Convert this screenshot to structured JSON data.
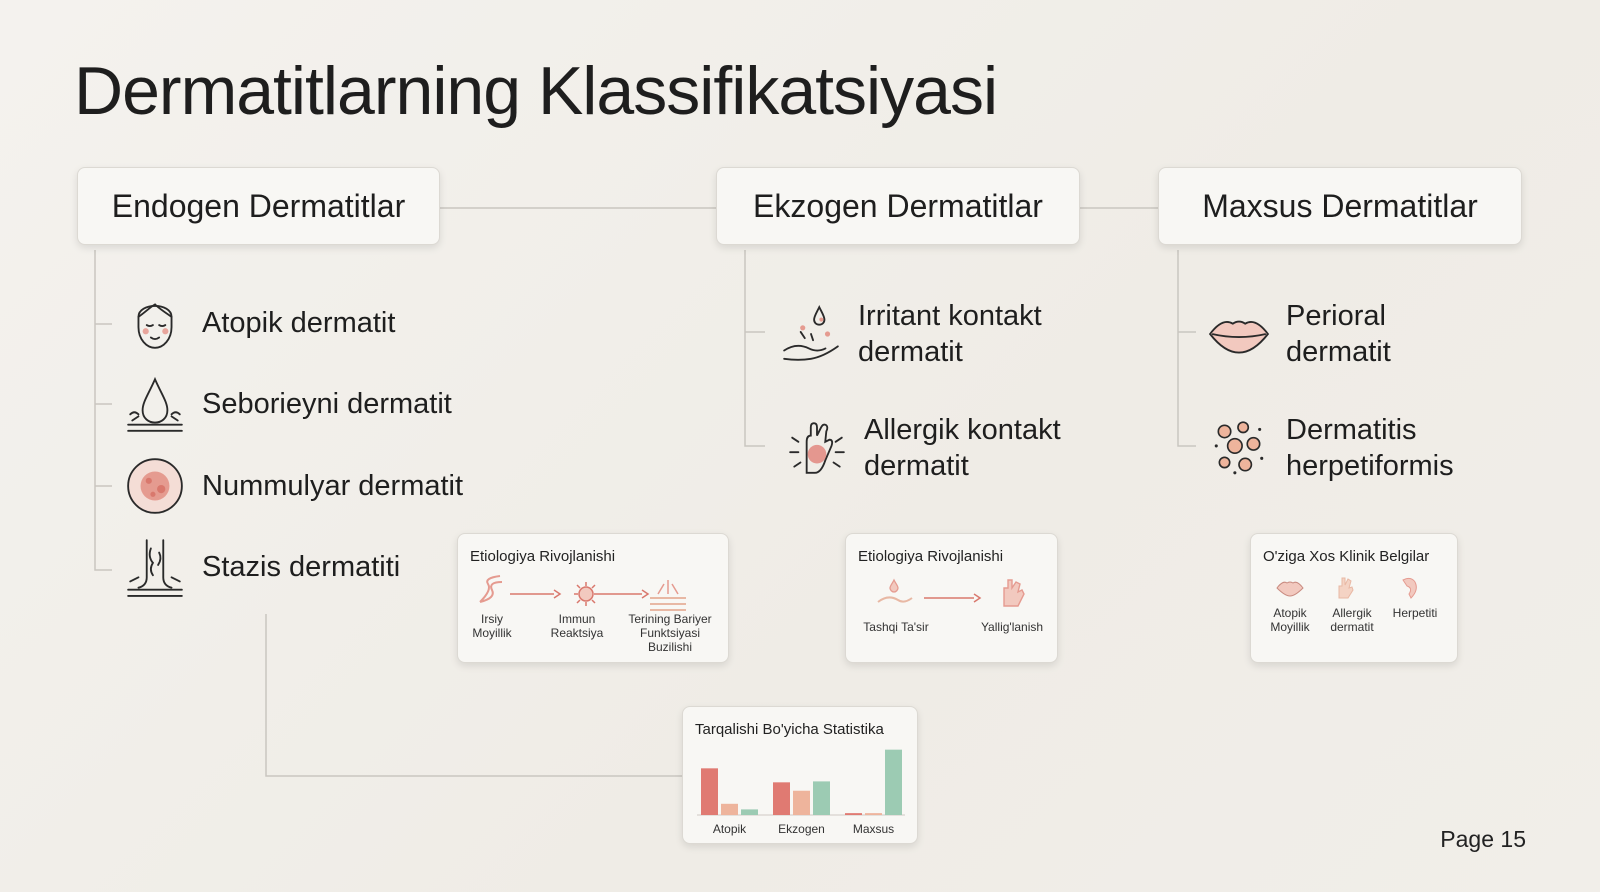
{
  "title": "Dermatitlarning Klassifikatsiyasi",
  "categories": [
    {
      "title": "Endogen Dermatitlar",
      "items": [
        {
          "label": "Atopik dermatit",
          "icon": "face-icon"
        },
        {
          "label": "Seborieyni dermatit",
          "icon": "sebum-drop-icon"
        },
        {
          "label": "Nummulyar dermatit",
          "icon": "skin-patch-icon"
        },
        {
          "label": "Stazis dermatiti",
          "icon": "varicose-legs-icon"
        }
      ]
    },
    {
      "title": "Ekzogen Dermatitlar",
      "items": [
        {
          "label_lines": [
            "Irritant kontakt",
            "dermatit"
          ],
          "icon": "drops-hand-icon"
        },
        {
          "label_lines": [
            "Allergik kontakt",
            "dermatit"
          ],
          "icon": "inflamed-hand-icon"
        }
      ]
    },
    {
      "title": "Maxsus Dermatitlar",
      "items": [
        {
          "label_lines": [
            "Perioral",
            "dermatit"
          ],
          "icon": "lips-icon"
        },
        {
          "label_lines": [
            "Dermatitis",
            "herpetiformis"
          ],
          "icon": "blisters-icon"
        }
      ]
    }
  ],
  "cards": {
    "endogen_etiology": {
      "title": "Etiologiya Rivojlanishi",
      "steps": [
        {
          "lines": [
            "Irsiy",
            "Moyillik"
          ],
          "icon": "dna-icon"
        },
        {
          "lines": [
            "Immun",
            "Reaktsiya"
          ],
          "icon": "virus-icon"
        },
        {
          "lines": [
            "Terining Bariyer",
            "Funktsiyasi",
            "Buzilishi"
          ],
          "icon": "skin-layers-icon"
        }
      ]
    },
    "ekzogen_etiology": {
      "title": "Etiologiya Rivojlanishi",
      "steps": [
        {
          "lines": [
            "Tashqi Ta'sir"
          ],
          "icon": "splash-hand-icon"
        },
        {
          "lines": [
            "Yallig'lanish"
          ],
          "icon": "red-hand-icon"
        }
      ]
    },
    "maxsus_features": {
      "title": "O'ziga Xos Klinik Belgilar",
      "steps": [
        {
          "lines": [
            "Atopik",
            "Moyillik"
          ],
          "icon": "lips-small-icon"
        },
        {
          "lines": [
            "Allergik",
            "dermatit"
          ],
          "icon": "hand-small-icon"
        },
        {
          "lines": [
            "Herpetiti"
          ],
          "icon": "blister-small-icon"
        }
      ]
    },
    "stats": {
      "title": "Tarqalishi Bo'yicha Statistika"
    }
  },
  "chart_data": {
    "type": "bar",
    "title": "Tarqalishi Bo'yicha Statistika",
    "categories": [
      "Atopik",
      "Ekzogen",
      "Maxsus"
    ],
    "series": [
      {
        "values": [
          50,
          35,
          2
        ],
        "color": "#e07a72"
      },
      {
        "values": [
          12,
          26,
          2
        ],
        "color": "#eeb49c"
      },
      {
        "values": [
          6,
          36,
          70
        ],
        "color": "#9ccbb3"
      }
    ],
    "ylim": [
      0,
      75
    ],
    "grid": false,
    "legend": "none",
    "xlabel": "",
    "ylabel": ""
  },
  "page": "Page 15"
}
